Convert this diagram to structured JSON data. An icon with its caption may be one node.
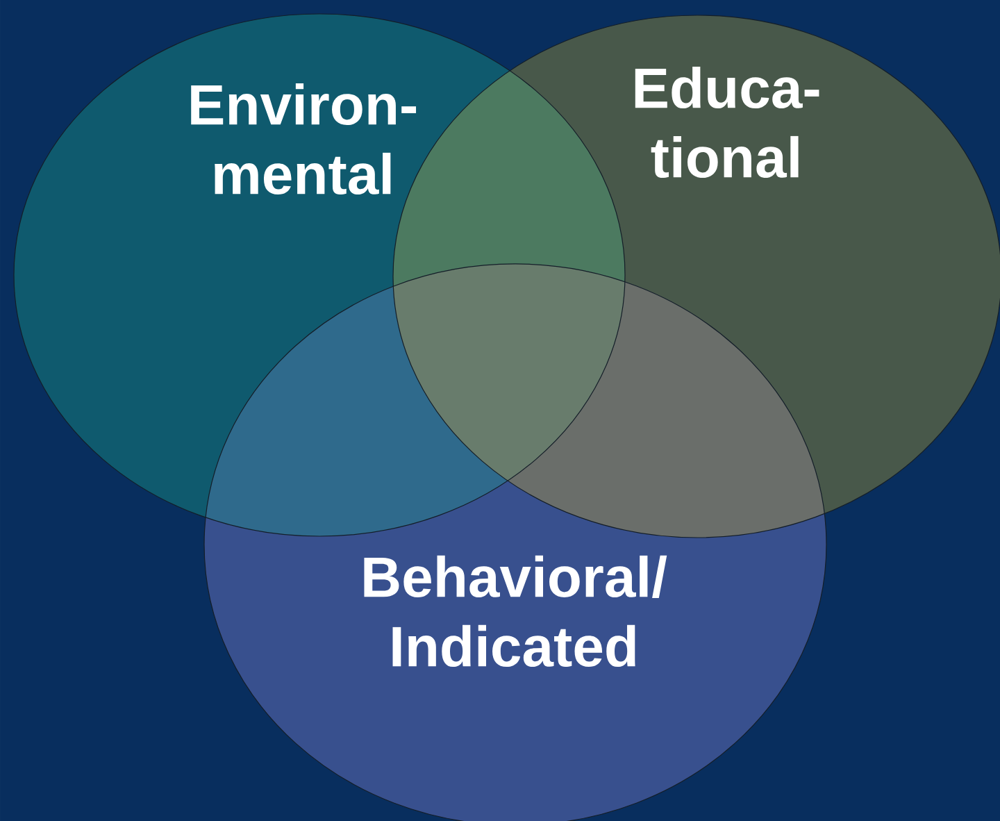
{
  "diagram": {
    "nodes": [
      {
        "text": [
          "Environ- mental"
        ]
      },
      {
        "text": [
          "Educa- tional"
        ]
      },
      {
        "text": [
          "Behavioral/ Indicated"
        ]
      }
    ]
  }
}
